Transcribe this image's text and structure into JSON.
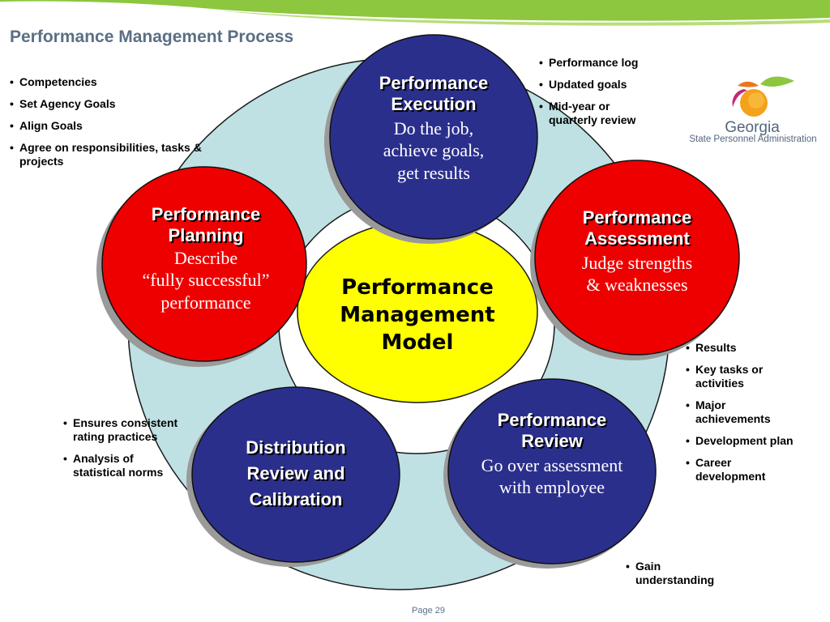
{
  "slide": {
    "title": "Performance Management Process",
    "page_label": "Page 29"
  },
  "logo": {
    "name": "Georgia",
    "subtitle": "State Personnel Administration"
  },
  "center": {
    "line1": "Performance",
    "line2": "Management",
    "line3": "Model"
  },
  "stages": {
    "execution": {
      "heading1": "Performance",
      "heading2": "Execution",
      "body1": "Do the job,",
      "body2": "achieve goals,",
      "body3": "get results",
      "bullets": [
        "Performance log",
        "Updated goals",
        "Mid-year or quarterly review"
      ]
    },
    "planning": {
      "heading1": "Performance",
      "heading2": "Planning",
      "body1": "Describe",
      "body2": "“fully successful”",
      "body3": "performance",
      "bullets": [
        "Competencies",
        "Set Agency Goals",
        "Align Goals",
        "Agree on responsibilities, tasks & projects"
      ]
    },
    "assessment": {
      "heading1": "Performance",
      "heading2": "Assessment",
      "body1": "Judge strengths",
      "body2": "& weaknesses",
      "bullets": [
        "Results",
        "Key tasks or activities",
        "Major achievements",
        "Development plan",
        "Career development"
      ]
    },
    "review": {
      "heading1": "Performance",
      "heading2": "Review",
      "body1": "Go over assessment",
      "body2": "with employee",
      "bullets": [
        "Gain understanding"
      ]
    },
    "distribution": {
      "heading1": "Distribution",
      "heading2": "Review and",
      "heading3": "Calibration",
      "bullets": [
        "Ensures consistent rating practices",
        "Analysis of statistical norms"
      ]
    }
  },
  "colors": {
    "title": "#5a6f84",
    "ring_band": "#bfe1e3",
    "navy_circle": "#2b2f8c",
    "red_circle": "#ee0000",
    "center_circle": "#ffff00",
    "green_banner": "#8dc63f"
  }
}
